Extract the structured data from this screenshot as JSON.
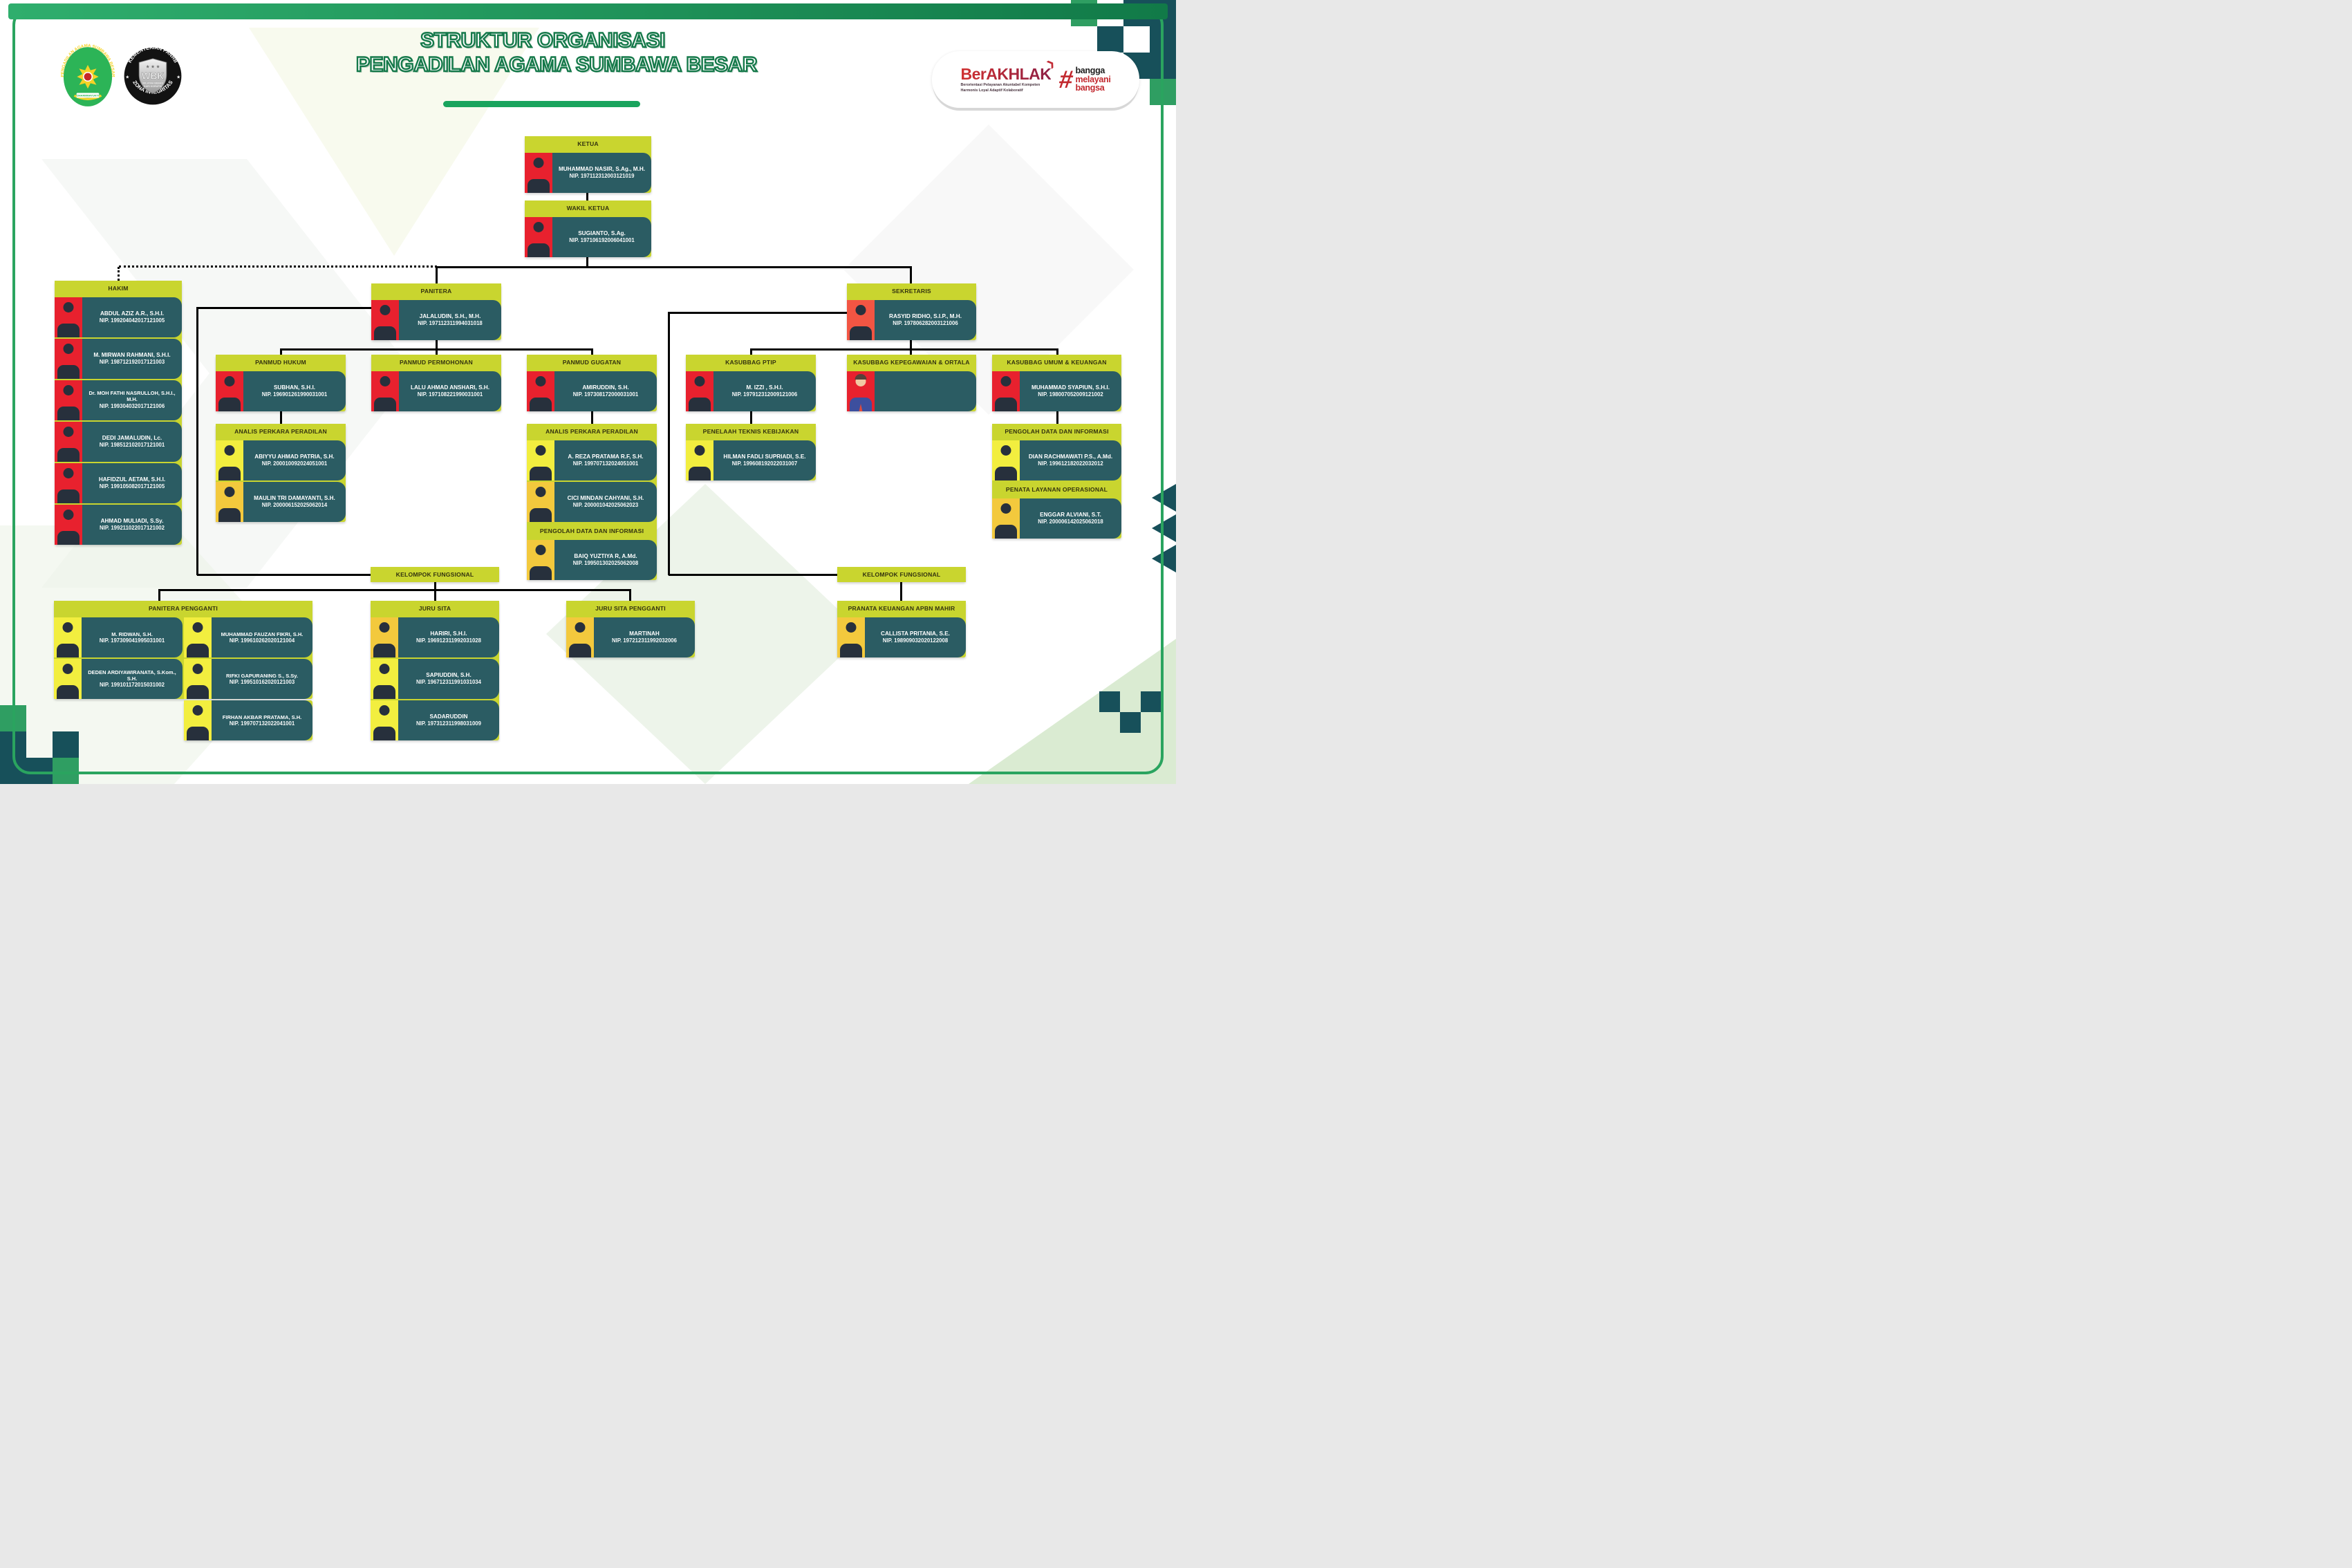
{
  "header": {
    "title_line1": "STRUKTUR ORGANISASI",
    "title_line2": "PENGADILAN AGAMA SUMBAWA BESAR",
    "berakhlak": {
      "brand": "BerAKHLAK",
      "tagline1": "Berorientasi Pelayanan Akuntabel Kompeten",
      "tagline2": "Harmonis Loyal Adaptif Kolaboratif",
      "hash1": "bangga",
      "hash2": "melayani",
      "hash3": "bangsa"
    }
  },
  "logos": {
    "court_seal_text": "PENGADILAN AGAMA SUMBAWA BESAR",
    "court_seal_banner": "DHARMMAYUKTI",
    "wbk_top": "KEMENTERIAN PANRB",
    "wbk_center": "WBK",
    "wbk_sub1": "WILAYAH BEBAS",
    "wbk_sub2": "DARI KORUPSI",
    "wbk_bottom": "ZONA INTEGRITAS"
  },
  "colors": {
    "lime_bar": "#c9d52f",
    "teal_panel": "#2b5c63",
    "photo_red": "#e8212e",
    "photo_yellow": "#f2ee3f",
    "photo_gold": "#f3c93d",
    "accent_green": "#1aa45d",
    "line": "#000000"
  },
  "org": {
    "ketua": {
      "title": "KETUA",
      "name": "MUHAMMAD NASIR, S.Ag., M.H.",
      "nip": "NIP. 197112312003121019"
    },
    "wakil_ketua": {
      "title": "WAKIL KETUA",
      "name": "SUGIANTO, S.Ag.",
      "nip": "NIP. 197106192006041001"
    },
    "hakim": {
      "title": "HAKIM",
      "members": [
        {
          "name": "ABDUL AZIZ A.R., S.H.I.",
          "nip": "NIP. 199204042017121005"
        },
        {
          "name": "M. MIRWAN RAHMANI, S.H.I.",
          "nip": "NIP. 198712192017121003"
        },
        {
          "name": "Dr. MOH FATHI NASRULLOH, S.H.I., M.H.",
          "nip": "NIP. 199304032017121006"
        },
        {
          "name": "DEDI JAMALUDIN, Lc.",
          "nip": "NIP. 198512102017121001"
        },
        {
          "name": "HAFIDZUL AETAM, S.H.I.",
          "nip": "NIP. 199105082017121005"
        },
        {
          "name": "AHMAD MULIADI, S.Sy.",
          "nip": "NIP. 199211022017121002"
        }
      ]
    },
    "panitera": {
      "title": "PANITERA",
      "name": "JALALUDIN, S.H., M.H.",
      "nip": "NIP. 197112311994031018"
    },
    "sekretaris": {
      "title": "SEKRETARIS",
      "name": "RASYID RIDHO, S.I.P., M.H.",
      "nip": "NIP. 197806282003121006"
    },
    "panmud_hukum": {
      "title": "PANMUD HUKUM",
      "name": "SUBHAN, S.H.I.",
      "nip": "NIP. 196901261990031001"
    },
    "panmud_permohonan": {
      "title": "PANMUD PERMOHONAN",
      "name": "LALU AHMAD ANSHARI, S.H.",
      "nip": "NIP. 197108221990031001"
    },
    "panmud_gugatan": {
      "title": "PANMUD GUGATAN",
      "name": "AMIRUDDIN, S.H.",
      "nip": "NIP. 197308172000031001"
    },
    "kasubbag_ptip": {
      "title": "KASUBBAG PTIP",
      "name": "M. IZZI , S.H.I.",
      "nip": "NIP. 197912312009121006"
    },
    "kasubbag_kepegawaian": {
      "title": "KASUBBAG KEPEGAWAIAN & ORTALA",
      "name": "",
      "nip": ""
    },
    "kasubbag_umum": {
      "title": "KASUBBAG UMUM & KEUANGAN",
      "name": "MUHAMMAD SYAPIUN, S.H.I.",
      "nip": "NIP. 198007052009121002"
    },
    "analis_hukum": {
      "title": "ANALIS PERKARA PERADILAN",
      "members": [
        {
          "name": "ABIYYU AHMAD PATRIA, S.H.",
          "nip": "NIP. 200010092024051001"
        },
        {
          "name": "MAULIN TRI DAMAYANTI, S.H.",
          "nip": "NIP. 200006152025062014"
        }
      ]
    },
    "analis_gugatan": {
      "title": "ANALIS PERKARA PERADILAN",
      "members": [
        {
          "name": "A. REZA PRATAMA R.F, S.H.",
          "nip": "NIP. 199707132024051001"
        },
        {
          "name": "CICI MINDAN CAHYANI, S.H.",
          "nip": "NIP. 200001042025062023"
        }
      ]
    },
    "pengolah_gugatan": {
      "title": "PENGOLAH DATA DAN INFORMASI",
      "name": "BAIQ YUZTIYA R, A.Md.",
      "nip": "NIP. 199501302025062008"
    },
    "penelaah": {
      "title": "PENELAAH TEKNIS KEBIJAKAN",
      "name": "HILMAN FADLI SUPRIADI, S.E.",
      "nip": "NIP. 199608192022031007"
    },
    "pengolah_umum": {
      "title": "PENGOLAH DATA DAN INFORMASI",
      "name": "DIAN RACHMAWATI P.S., A.Md.",
      "nip": "NIP. 199612182022032012"
    },
    "penata": {
      "title": "PENATA LAYANAN OPERASIONAL",
      "name": "ENGGAR ALVIANI, S.T.",
      "nip": "NIP. 200006142025062018"
    },
    "kelompok_fungsional_kiri": {
      "title": "KELOMPOK FUNGSIONAL"
    },
    "kelompok_fungsional_kanan": {
      "title": "KELOMPOK FUNGSIONAL"
    },
    "panitera_pengganti": {
      "title": "PANITERA PENGGANTI",
      "members": [
        {
          "name": "M. RIDWAN, S.H.",
          "nip": "NIP. 197309041995031001"
        },
        {
          "name": "MUHAMMAD FAUZAN FIKRI, S.H.",
          "nip": "NIP. 199610262020121004"
        },
        {
          "name": "DEDEN ARDIYAWIRANATA, S.Kom., S.H.",
          "nip": "NIP. 199101172015031002"
        },
        {
          "name": "RIFKI GAPURANING S., S.Sy.",
          "nip": "NIP. 199510162020121003"
        },
        {
          "name": "FIRHAN AKBAR PRATAMA, S.H.",
          "nip": "NIP. 199707132022041001"
        }
      ]
    },
    "juru_sita": {
      "title": "JURU SITA",
      "members": [
        {
          "name": "HARIRI, S.H.I.",
          "nip": "NIP. 196912311992031028"
        },
        {
          "name": "SAPIUDDIN, S.H.",
          "nip": "NIP. 196712311991031034"
        },
        {
          "name": "SADARUDDIN",
          "nip": "NIP. 197312311998031009"
        }
      ]
    },
    "juru_sita_pengganti": {
      "title": "JURU SITA PENGGANTI",
      "name": "MARTINAH",
      "nip": "NIP. 197212311992032006"
    },
    "pranata": {
      "title": "PRANATA KEUANGAN APBN MAHIR",
      "name": "CALLISTA PRITANIA, S.E.",
      "nip": "NIP. 198909032020122008"
    }
  }
}
